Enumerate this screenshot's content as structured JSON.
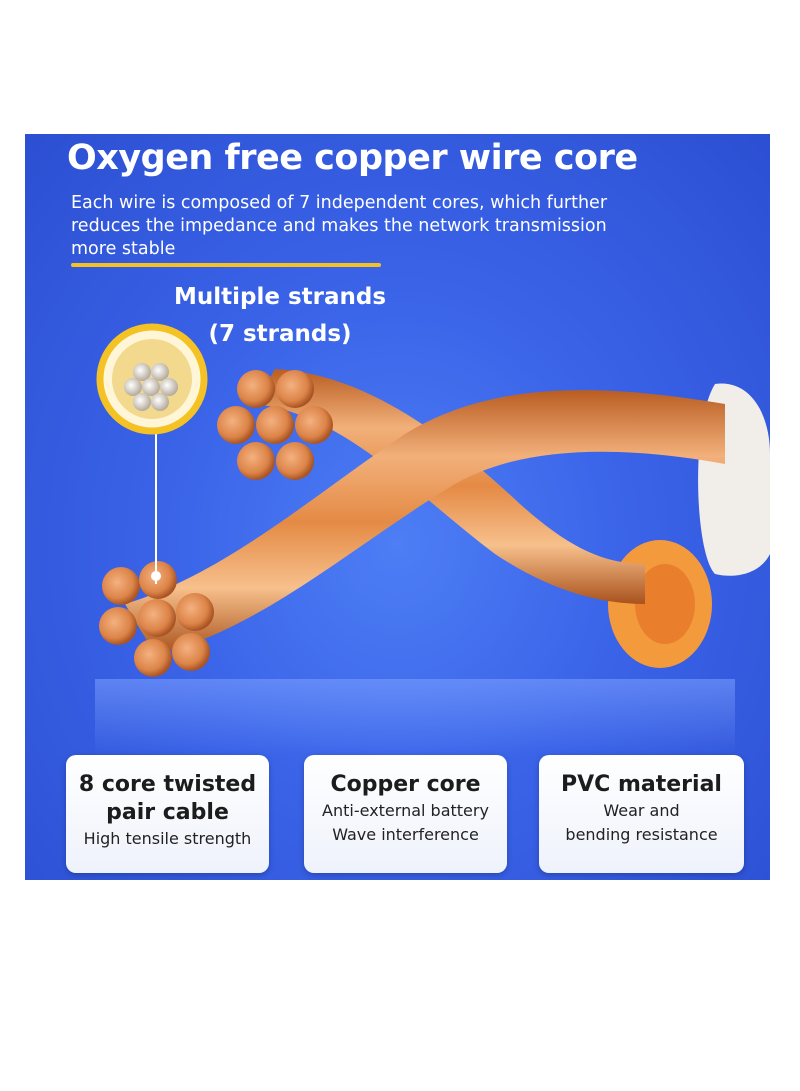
{
  "header": {
    "title": "Oxygen free copper wire core",
    "description": "Each wire is composed of 7 independent cores, which further reduces the impedance and makes the network transmission more stable"
  },
  "callout": {
    "line1": "Multiple strands",
    "line2": "(7 strands)"
  },
  "features": [
    {
      "title": "8 core twisted pair cable",
      "lines": [
        "High tensile strength"
      ]
    },
    {
      "title": "Copper core",
      "lines": [
        "Anti-external battery",
        "Wave interference"
      ]
    },
    {
      "title": "PVC material",
      "lines": [
        "Wear and",
        "bending resistance"
      ]
    }
  ],
  "colors": {
    "background": "#3a63e8",
    "accent": "#f4c224",
    "copper": "#e08a4a",
    "insulation": "#f39a3c"
  },
  "icons": [
    "copper-strand-magnifier-icon",
    "twisted-copper-wire-illustration"
  ]
}
